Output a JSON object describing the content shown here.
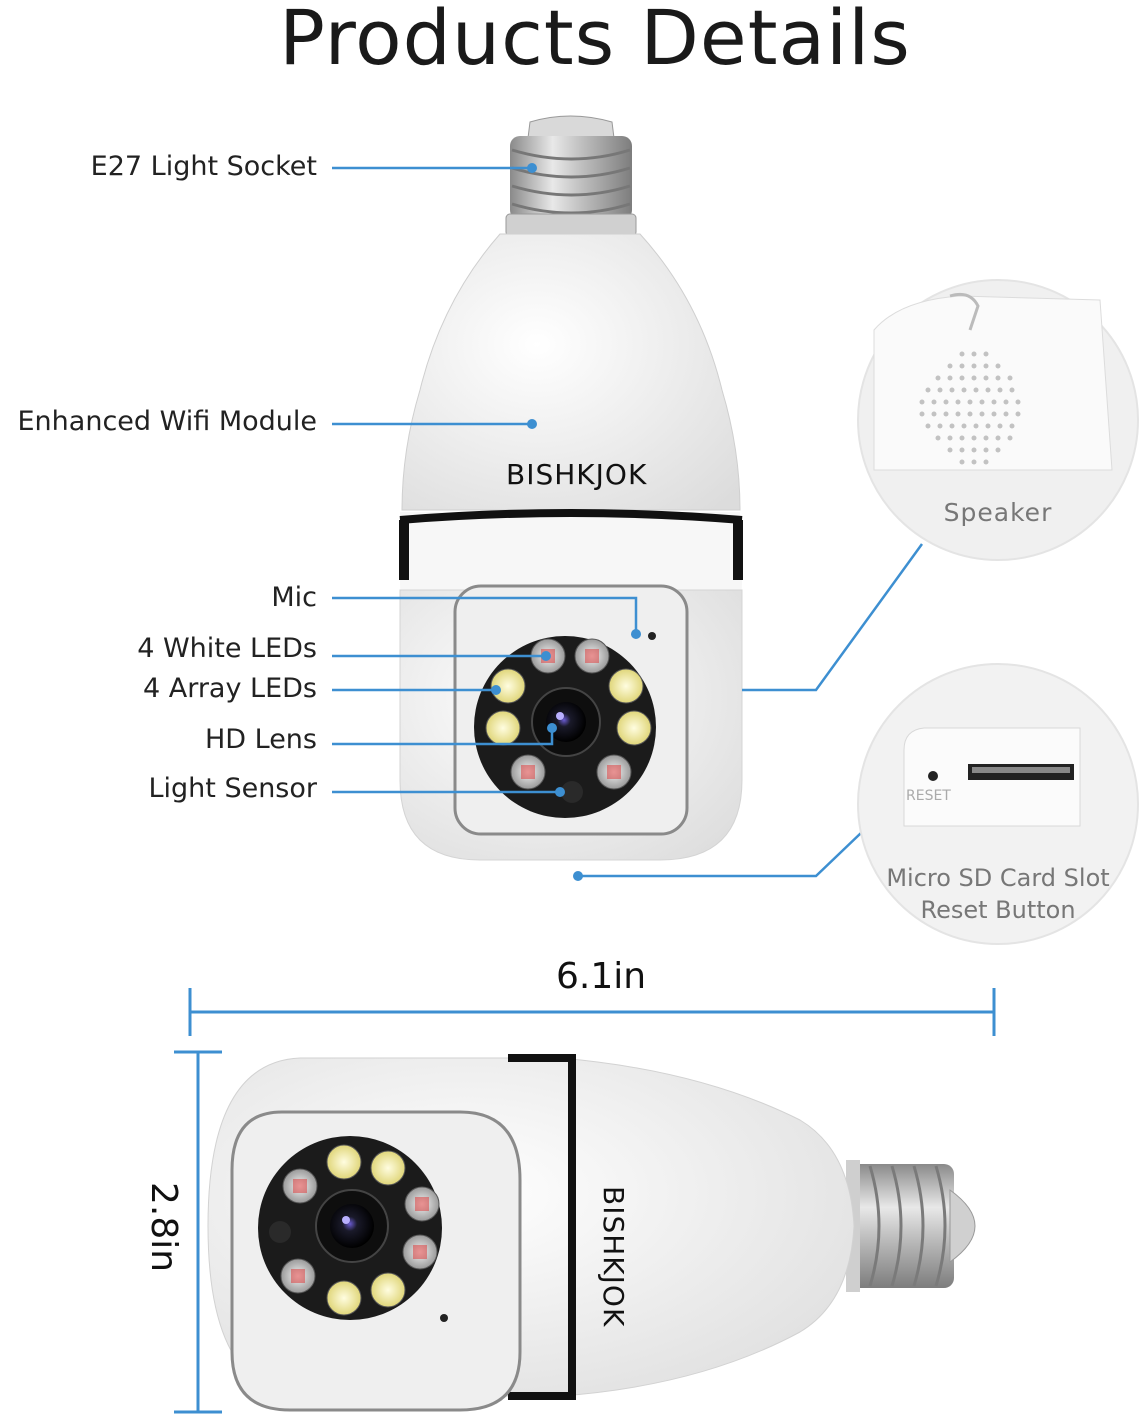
{
  "title": "Products Details",
  "brand": "BISHKJOK",
  "callouts": {
    "socket": "E27 Light Socket",
    "wifi": "Enhanced Wifi Module",
    "mic": "Mic",
    "white_leds": "4 White LEDs",
    "array_leds": "4 Array LEDs",
    "lens": "HD Lens",
    "sensor": "Light Sensor"
  },
  "insets": {
    "speaker": "Speaker",
    "reset_tag": "RESET",
    "sd_line1": "Micro SD Card Slot",
    "sd_line2": "Reset Button"
  },
  "dimensions": {
    "width": "6.1in",
    "height": "2.8in"
  },
  "colors": {
    "callout_line": "#3d8fd1",
    "product_body": "#f4f4f4",
    "lens_ring": "#1b1b1b"
  },
  "icons": [
    "speaker-grille-icon",
    "reset-hole-icon",
    "sd-slot-icon"
  ]
}
